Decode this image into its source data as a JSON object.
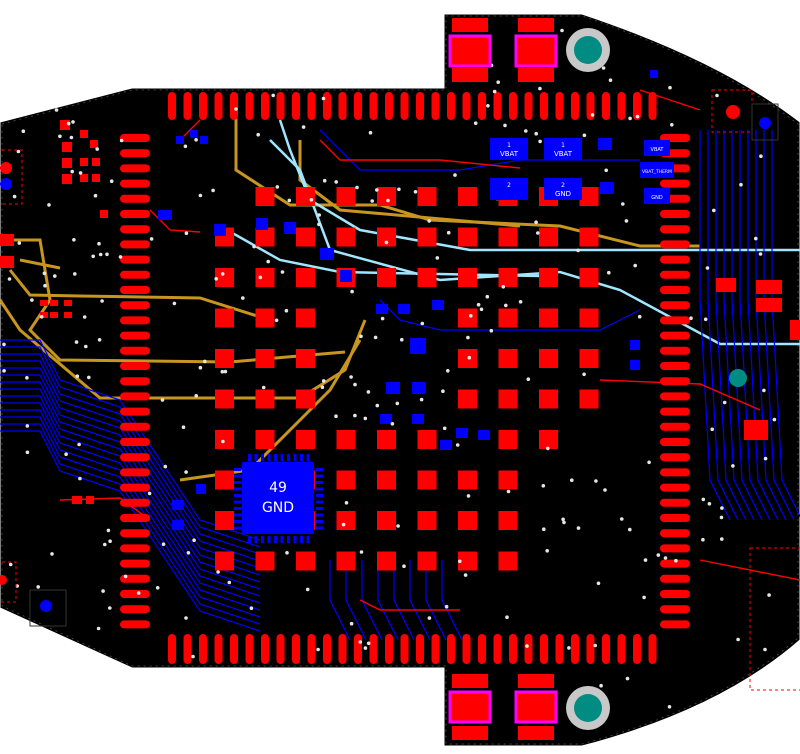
{
  "colors": {
    "background": "#ffffff",
    "board": "#000000",
    "top_copper": "#ff0000",
    "bottom_copper": "#0000ff",
    "inner_trace_gold": "#c8961e",
    "inner_trace_cyan": "#a0e6ff",
    "silk_magenta": "#ff00ff",
    "mount_hole_ring": "#c8c8c8",
    "mount_hole_fill": "#008c82",
    "via_dot": "#e6e6e6"
  },
  "icons": {
    "mounting_hole": "mounting-hole-icon",
    "via": "via-icon"
  },
  "chip": {
    "pin_number": "49",
    "net_name": "GND"
  },
  "components": [
    {
      "ref_a": "1",
      "ref_b": "VBAT"
    },
    {
      "ref_a": "1",
      "ref_b": "VBAT"
    },
    {
      "ref_a": "2",
      "ref_b": ""
    },
    {
      "ref_a": "2",
      "ref_b": "GND"
    }
  ],
  "pad_labels": {
    "vbat": "VBAT",
    "vbat_therm": "VBAT_THERM",
    "gnd": "GND"
  }
}
